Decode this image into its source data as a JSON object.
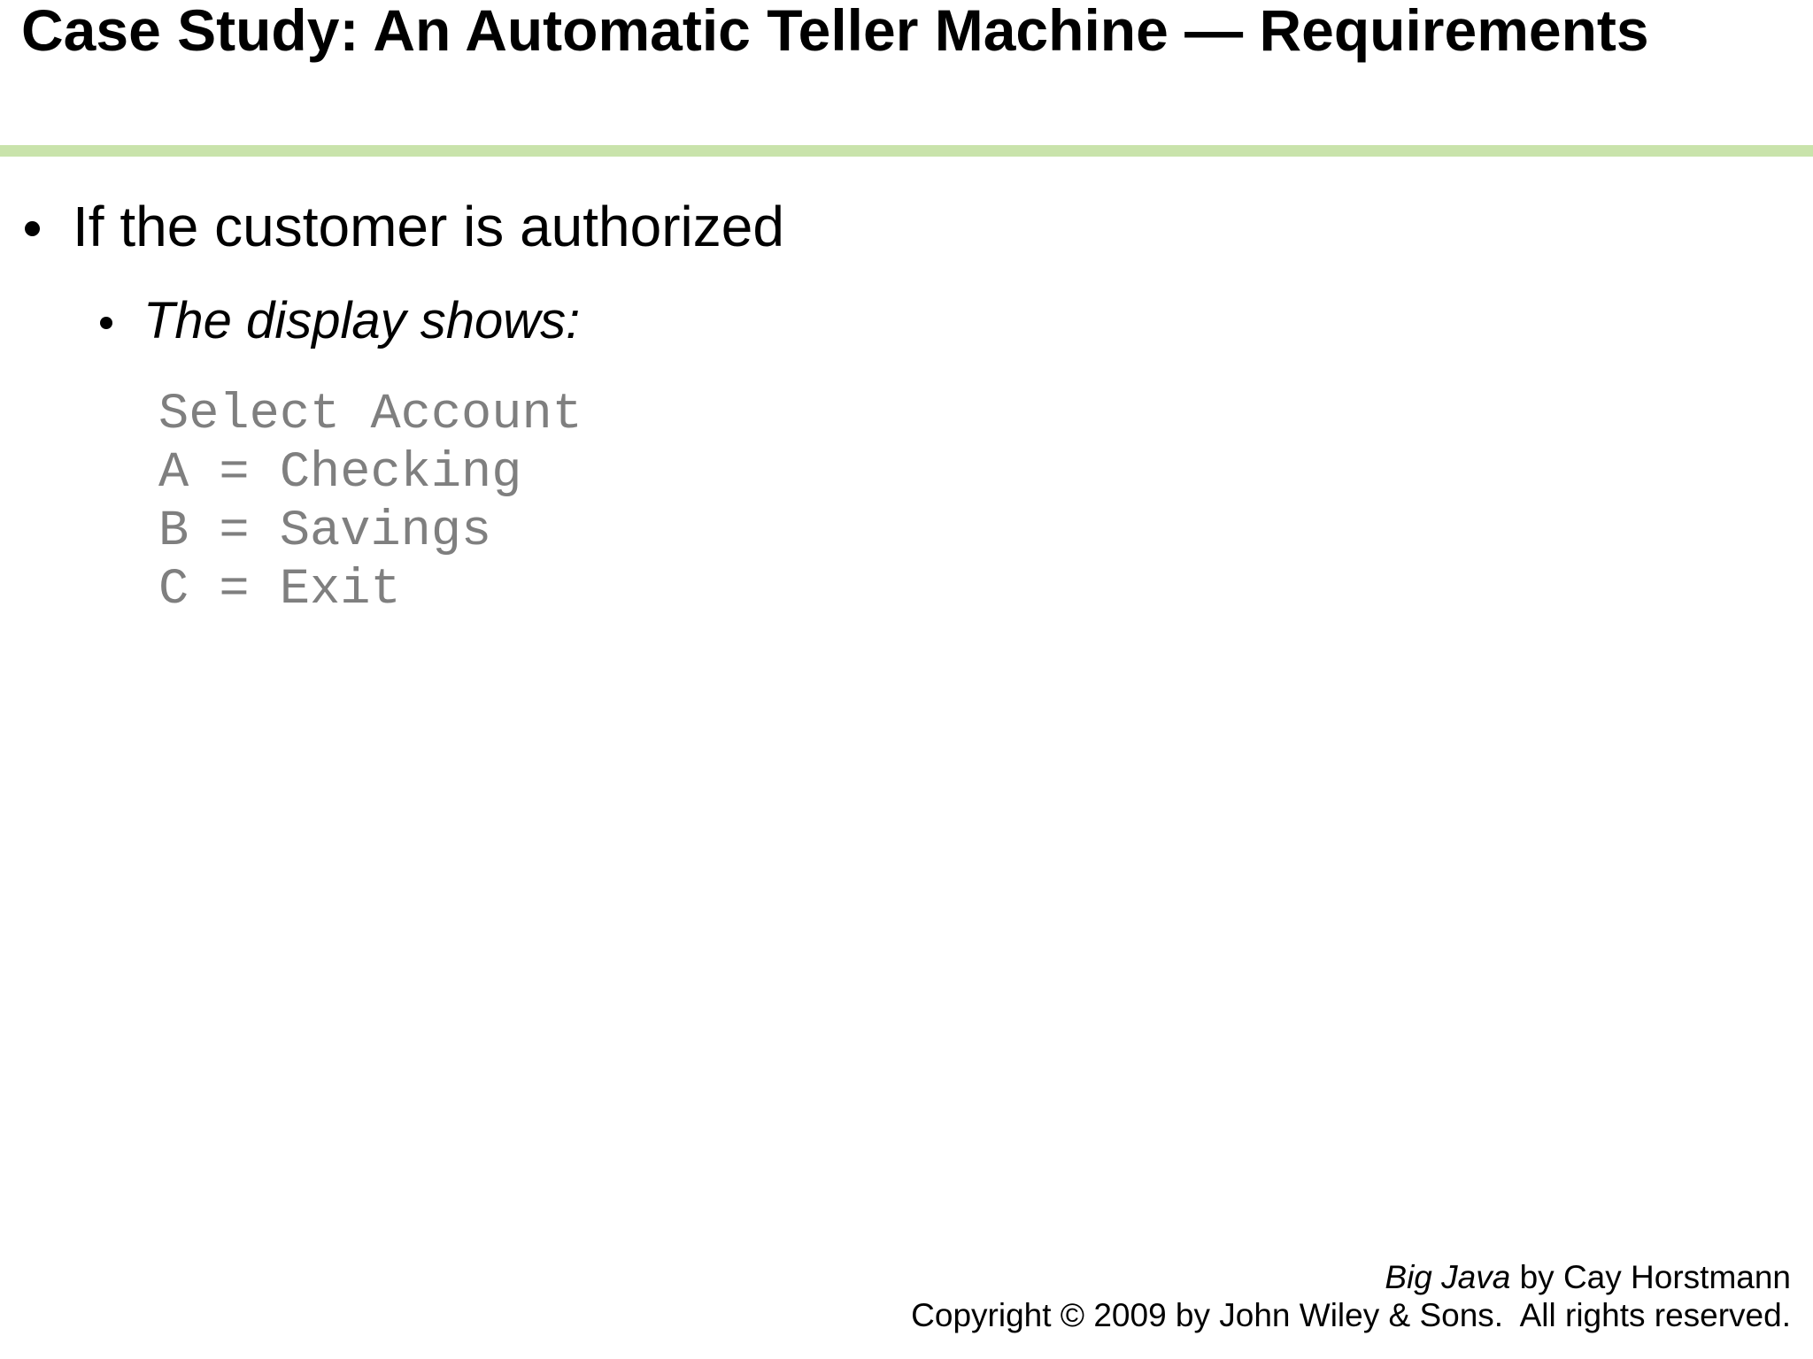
{
  "slide": {
    "title": "Case Study: An Automatic Teller Machine — Requirements",
    "accent_bar_color": "#c9e3ab",
    "bullets": {
      "level1": "If the customer is authorized",
      "level2": "The display shows:"
    },
    "code": {
      "color": "#7f7f7f",
      "lines": [
        "Select Account",
        "A = Checking",
        "B = Savings",
        "C = Exit"
      ]
    },
    "footer": {
      "book_title": "Big Java",
      "book_byline": " by Cay Horstmann",
      "copyright": "Copyright © 2009 by John Wiley & Sons.  All rights reserved."
    }
  }
}
